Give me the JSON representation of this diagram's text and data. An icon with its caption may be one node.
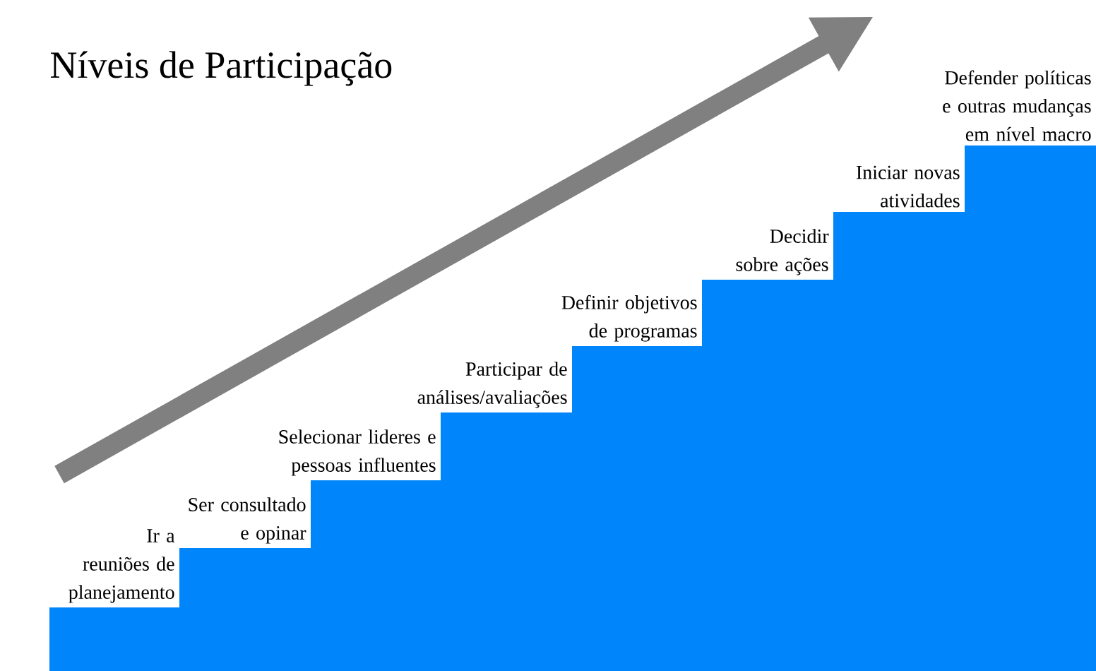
{
  "diagram": {
    "title": "Níveis de Participação",
    "labels": [
      "Ir a reuniões de planejamento",
      "Ser consultado e opinar",
      "Selecionar lideres e pessoas influentes",
      "Participar de análises/avaliações",
      "Definir objetivos de programas",
      "Decidir sobre ações",
      "Iniciar novas atividades",
      "Defender políticas e outras mudanças em nível macro"
    ]
  }
}
